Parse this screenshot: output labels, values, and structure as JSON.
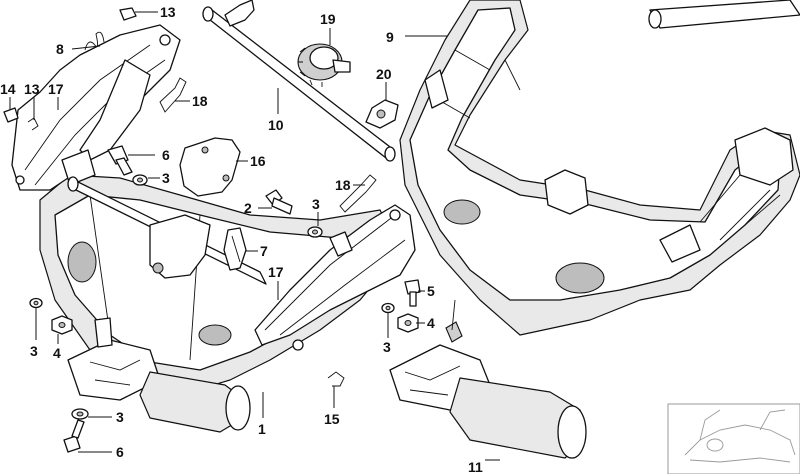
{
  "callouts": [
    {
      "id": "c-13a",
      "label": "13"
    },
    {
      "id": "c-8",
      "label": "8"
    },
    {
      "id": "c-19",
      "label": "19"
    },
    {
      "id": "c-9",
      "label": "9"
    },
    {
      "id": "c-14",
      "label": "14"
    },
    {
      "id": "c-13b",
      "label": "13"
    },
    {
      "id": "c-17a",
      "label": "17"
    },
    {
      "id": "c-20",
      "label": "20"
    },
    {
      "id": "c-18a",
      "label": "18"
    },
    {
      "id": "c-10",
      "label": "10"
    },
    {
      "id": "c-6a",
      "label": "6"
    },
    {
      "id": "c-16",
      "label": "16"
    },
    {
      "id": "c-3a",
      "label": "3"
    },
    {
      "id": "c-18b",
      "label": "18"
    },
    {
      "id": "c-2",
      "label": "2"
    },
    {
      "id": "c-3b",
      "label": "3"
    },
    {
      "id": "c-7",
      "label": "7"
    },
    {
      "id": "c-17b",
      "label": "17"
    },
    {
      "id": "c-5",
      "label": "5"
    },
    {
      "id": "c-4a",
      "label": "4"
    },
    {
      "id": "c-3c",
      "label": "3"
    },
    {
      "id": "c-4b",
      "label": "4"
    },
    {
      "id": "c-3d",
      "label": "3"
    },
    {
      "id": "c-3e",
      "label": "3"
    },
    {
      "id": "c-15",
      "label": "15"
    },
    {
      "id": "c-1",
      "label": "1"
    },
    {
      "id": "c-6b",
      "label": "6"
    },
    {
      "id": "c-11",
      "label": "11"
    }
  ]
}
